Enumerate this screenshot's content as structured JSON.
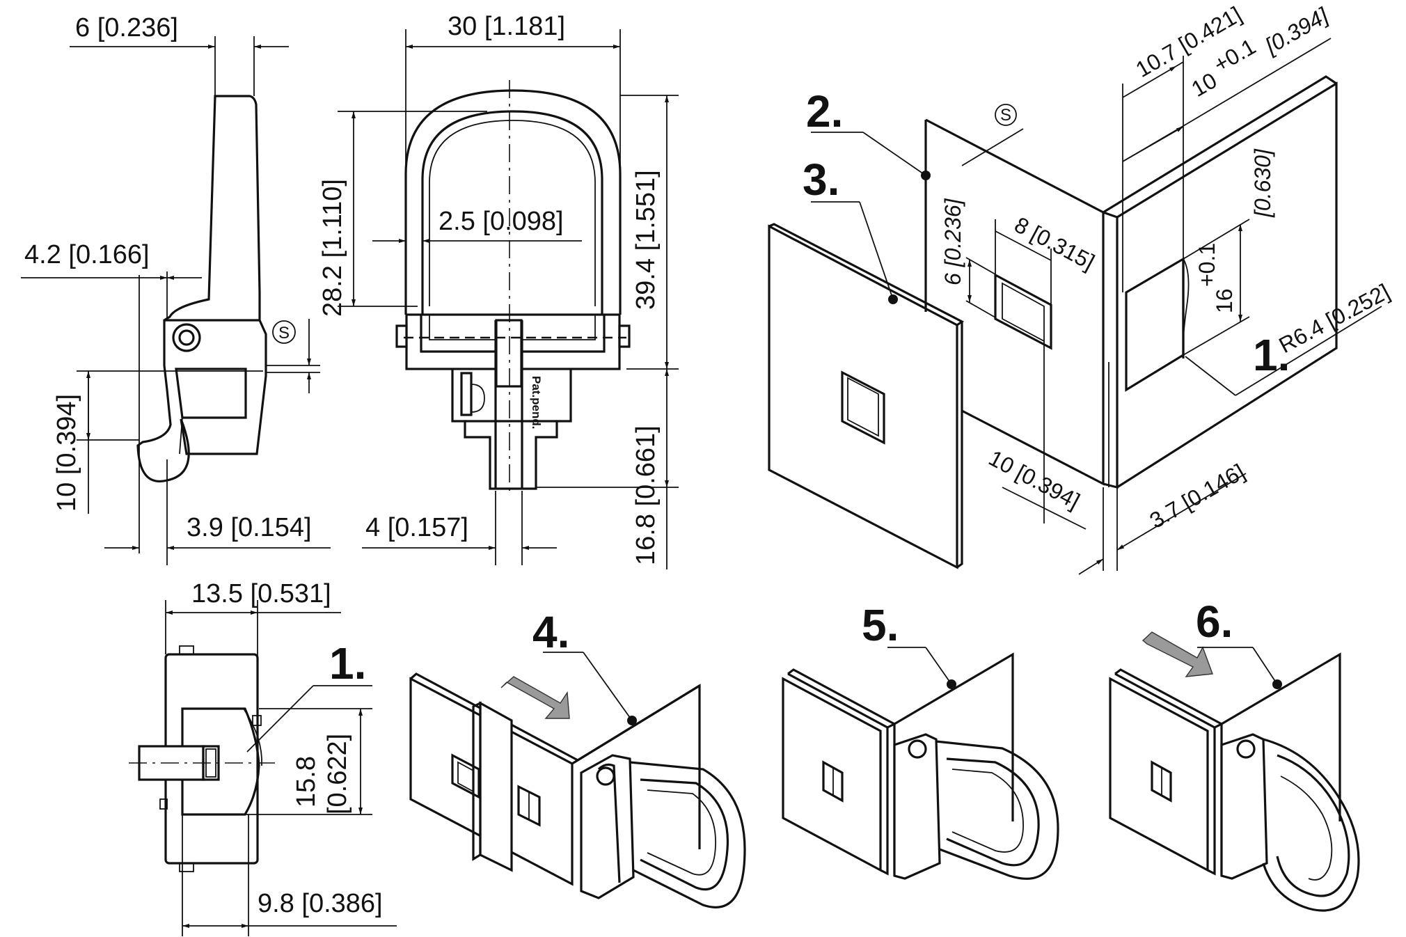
{
  "dimensions": {
    "side_top_width": "6 [0.236]",
    "front_width": "30 [1.181]",
    "front_inner_height": "28.2 [1.110]",
    "front_total_height": "39.4 [1.551]",
    "front_offset": "2.5 [0.098]",
    "side_pivot_offset": "4.2 [0.166]",
    "side_hook_height": "10 [0.394]",
    "side_hook_width": "3.9 [0.154]",
    "front_pin_width": "4 [0.157]",
    "front_pin_height": "16.8 [0.661]",
    "iso_slot_offset": "10.7 [0.421]",
    "iso_slot_width_tol": "10",
    "iso_slot_width_tol_sup": "+0.1",
    "iso_slot_width_inch": "[0.394]",
    "iso_slot_height_inch": "[0.630]",
    "iso_slot_height_tol": "16",
    "iso_slot_height_tol_sup": "+0.1",
    "iso_radius": "R6.4 [0.252]",
    "iso_hole_height": "6 [0.236]",
    "iso_hole_width": "8 [0.315]",
    "iso_hole_depth": "10 [0.394]",
    "iso_thickness": "3.7 [0.146]",
    "bottom_width": "13.5 [0.531]",
    "bottom_height_a": "15.8",
    "bottom_height_b": "[0.622]",
    "bottom_depth": "9.8 [0.386]"
  },
  "leaders": {
    "item1_iso": "1.",
    "item1_bottom": "1.",
    "item2": "2.",
    "item3": "3.",
    "item4": "4.",
    "item5": "5.",
    "item6": "6."
  },
  "symbols": {
    "thickness_symbol_side": "S",
    "thickness_symbol_iso": "S"
  },
  "markings": {
    "patent": "Pat.pend."
  }
}
